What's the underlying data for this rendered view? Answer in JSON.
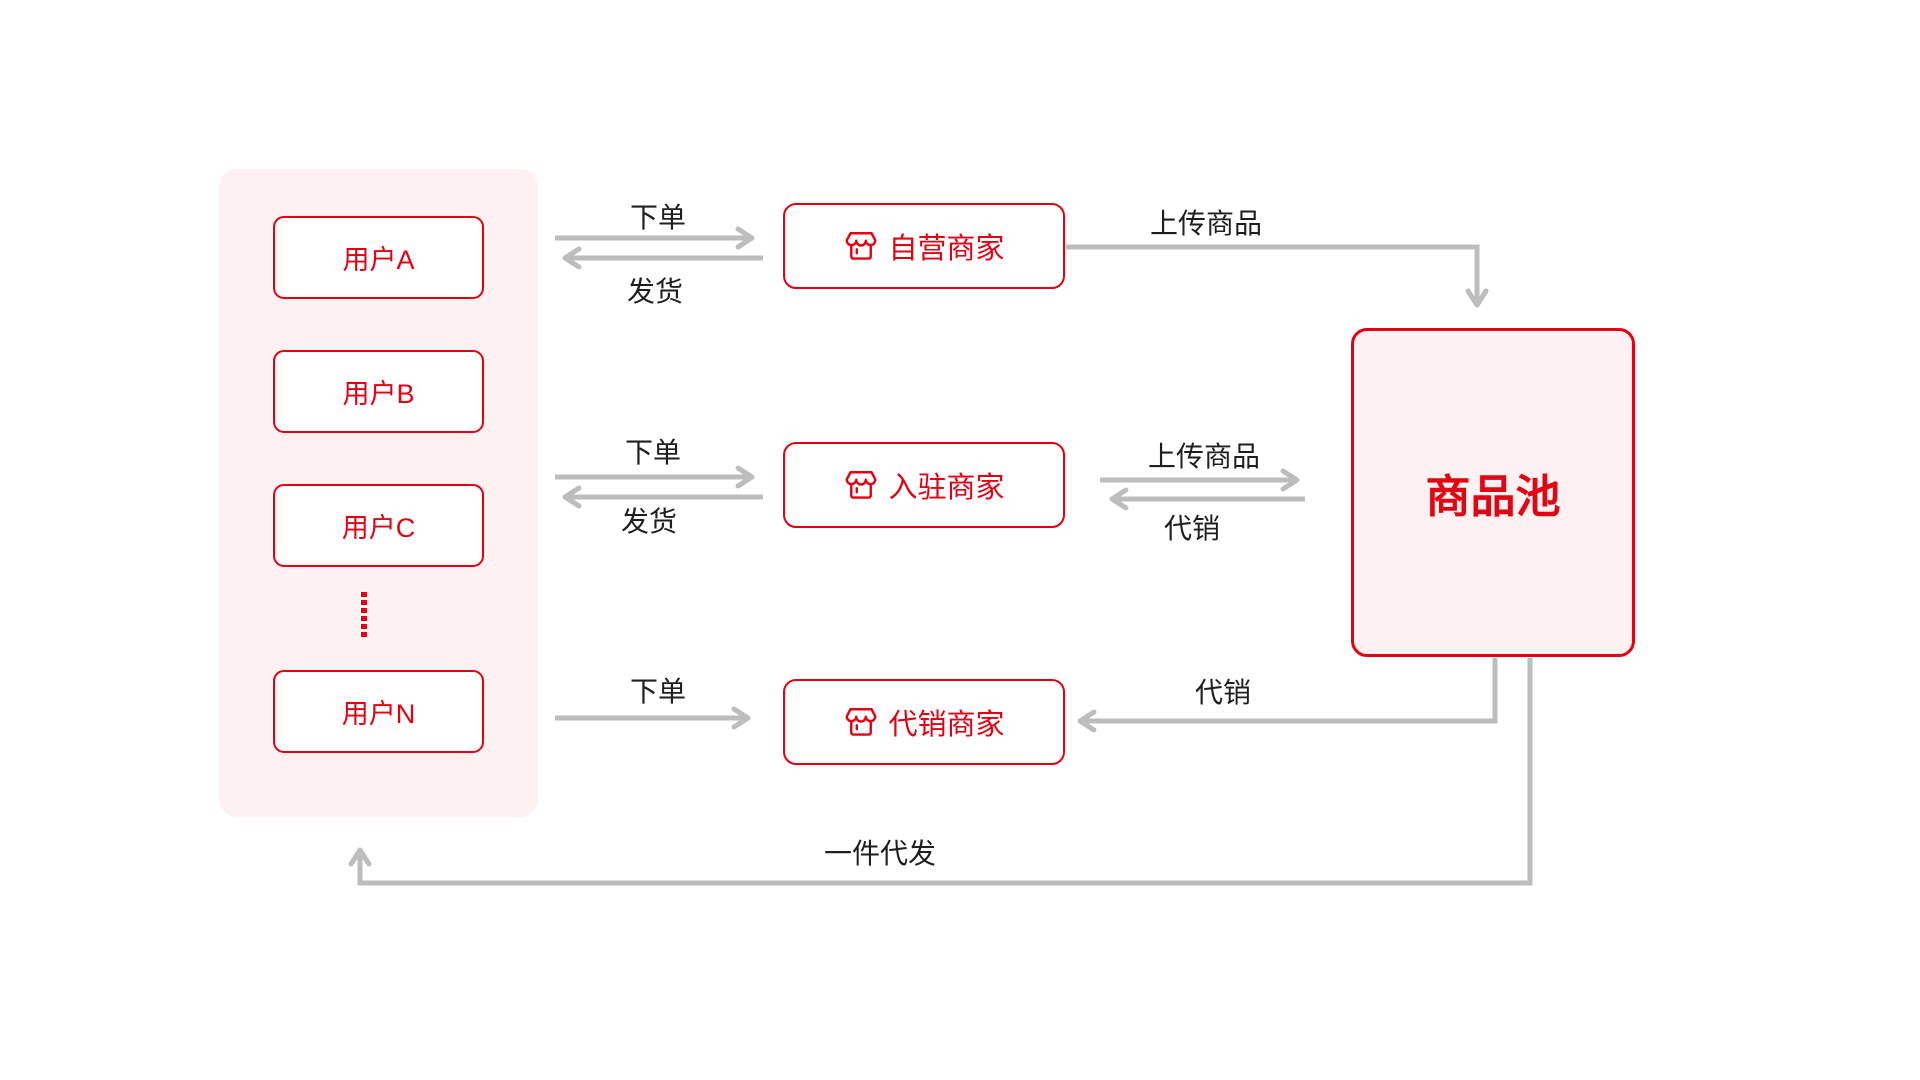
{
  "diagram_title": "",
  "colors": {
    "accent_red": "#E60012",
    "panel_pink": "#FDF1F1",
    "arrow_gray": "#BDBDBD",
    "label_text": "#1F1F1F"
  },
  "user_panel": {
    "users": [
      "用户A",
      "用户B",
      "用户C",
      "用户N"
    ],
    "ellipsis_dots": 6
  },
  "merchants": [
    {
      "label": "自营商家",
      "icon": "storefront-icon"
    },
    {
      "label": "入驻商家",
      "icon": "storefront-icon"
    },
    {
      "label": "代销商家",
      "icon": "storefront-icon"
    }
  ],
  "product_pool": {
    "label": "商品池"
  },
  "flow_labels": {
    "row1_order": "下单",
    "row1_ship": "发货",
    "row1_upload": "上传商品",
    "row2_order": "下单",
    "row2_ship": "发货",
    "row2_upload": "上传商品",
    "row2_consign": "代销",
    "row3_order": "下单",
    "row3_consign": "代销",
    "dropship": "一件代发"
  }
}
